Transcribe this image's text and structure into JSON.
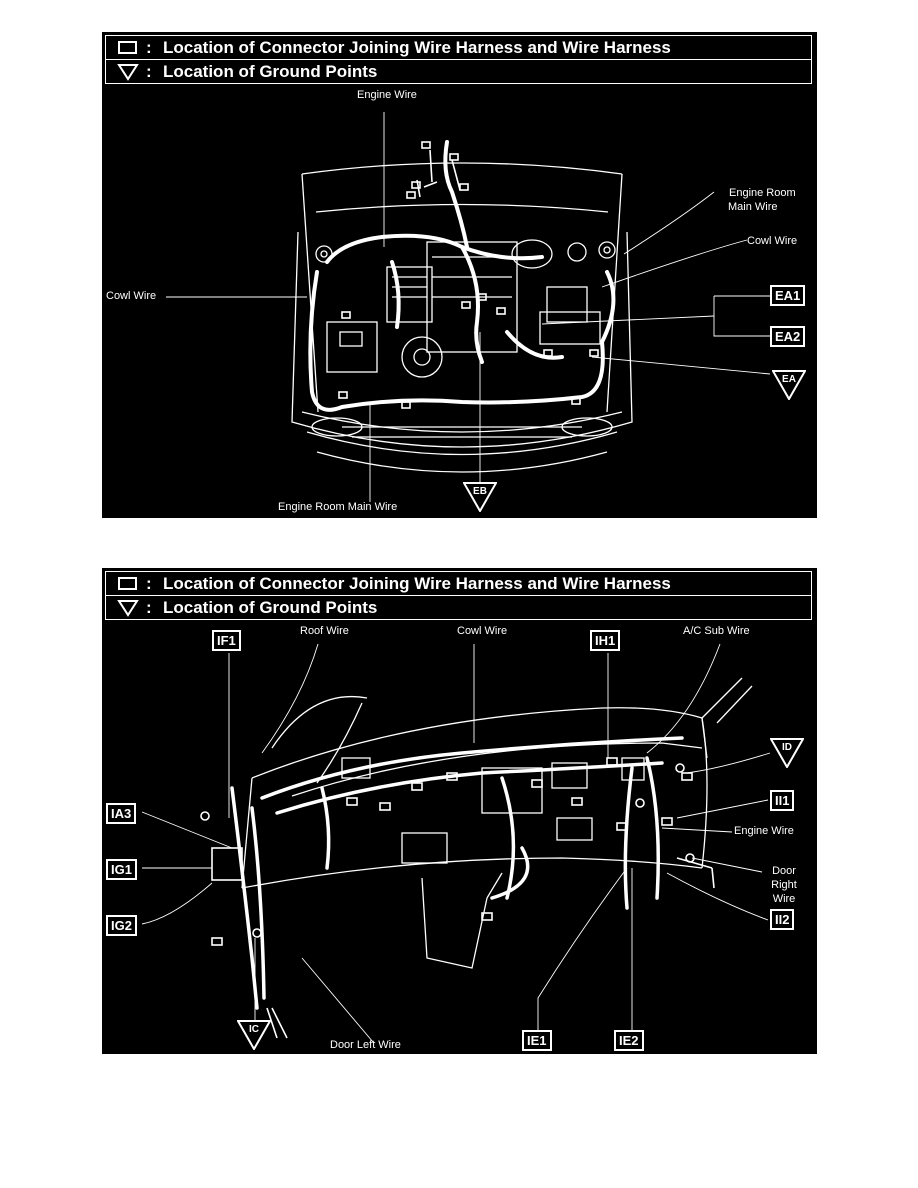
{
  "legend": {
    "connector_text": "Location of Connector Joining Wire Harness and Wire Harness",
    "ground_text": "Location of Ground Points",
    "colon": ":"
  },
  "engine_panel": {
    "labels": {
      "engine_wire": "Engine Wire",
      "engine_room_main_wire_1": "Engine Room",
      "engine_room_main_wire_2": "Main Wire",
      "cowl_wire_right": "Cowl Wire",
      "cowl_wire_left": "Cowl Wire",
      "engine_room_main_wire_bottom": "Engine Room Main Wire"
    },
    "connectors": {
      "ea1": "EA1",
      "ea2": "EA2"
    },
    "grounds": {
      "ea": "EA",
      "eb": "EB"
    }
  },
  "dash_panel": {
    "labels": {
      "roof_wire": "Roof Wire",
      "cowl_wire": "Cowl Wire",
      "ac_sub_wire": "A/C Sub Wire",
      "engine_wire": "Engine Wire",
      "door_right_wire_1": "Door",
      "door_right_wire_2": "Right",
      "door_right_wire_3": "Wire",
      "door_left_wire": "Door Left Wire"
    },
    "connectors": {
      "if1": "IF1",
      "ih1": "IH1",
      "ia3": "IA3",
      "ig1": "IG1",
      "ig2": "IG2",
      "ii1": "II1",
      "ii2": "II2",
      "ie1": "IE1",
      "ie2": "IE2"
    },
    "grounds": {
      "id": "ID",
      "ic": "IC"
    }
  },
  "colors": {
    "panel_bg": "#000000",
    "ink": "#ffffff",
    "page_bg": "#ffffff"
  }
}
